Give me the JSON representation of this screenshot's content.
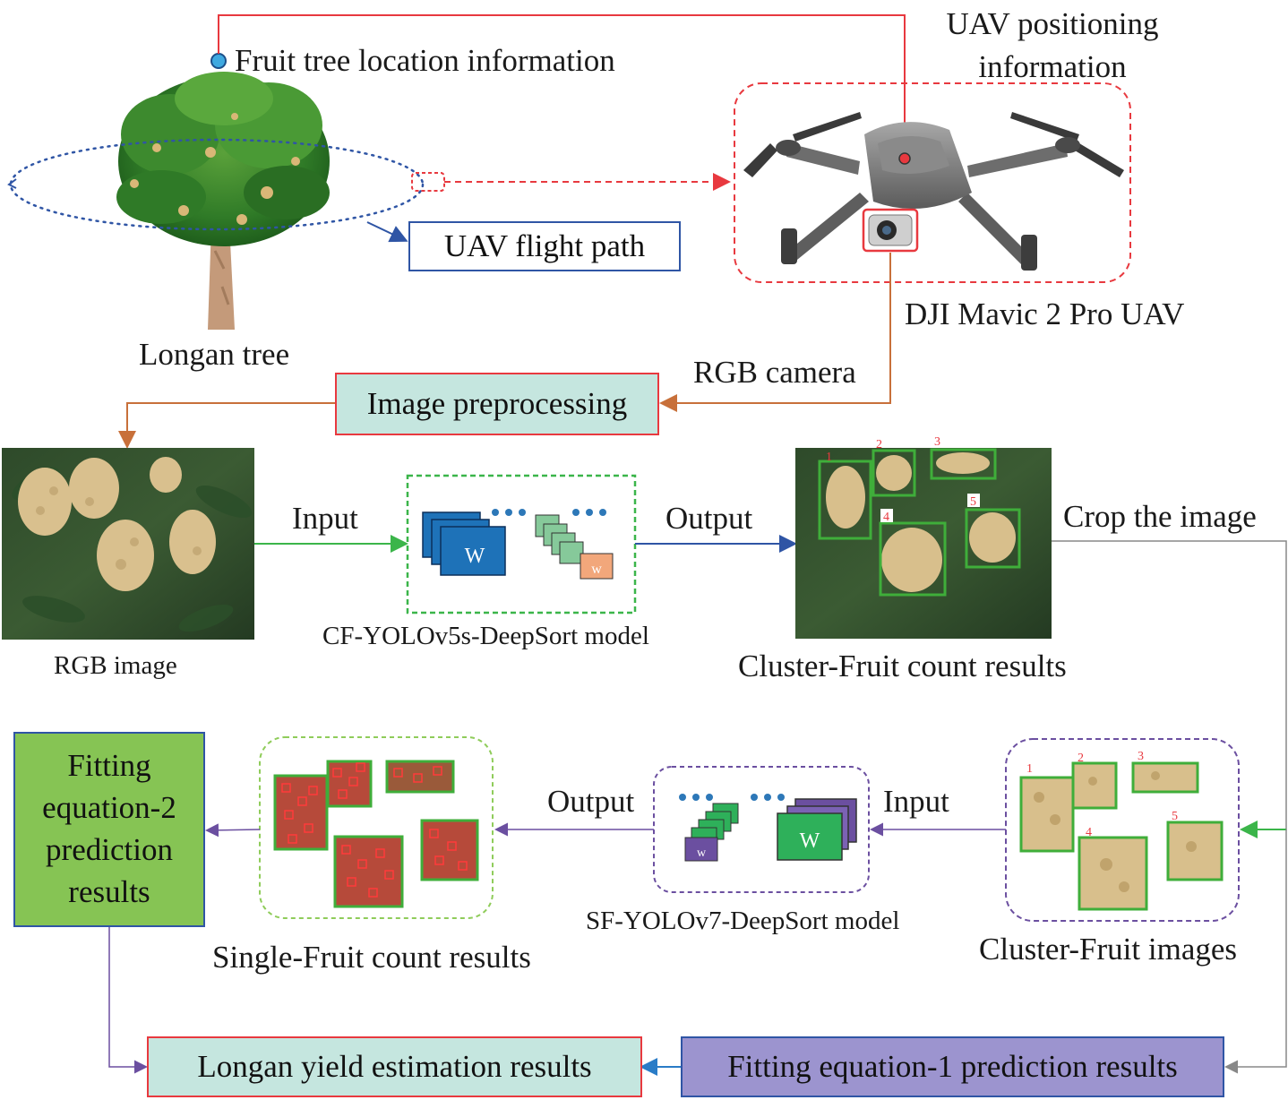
{
  "labels": {
    "fruit_tree_location": "Fruit tree location information",
    "uav_positioning": "UAV positioning information",
    "uav_flight_path": "UAV flight path",
    "longan_tree": "Longan tree",
    "dji_uav": "DJI Mavic 2 Pro UAV",
    "rgb_camera": "RGB camera",
    "image_preprocessing": "Image preprocessing",
    "rgb_image": "RGB image",
    "input_1": "Input",
    "output_1": "Output",
    "cf_model": "CF-YOLOv5s-DeepSort model",
    "cluster_count_results": "Cluster-Fruit count results",
    "crop_image": "Crop the image",
    "fitting_eq2": "Fitting equation-2 prediction results",
    "single_count_results": "Single-Fruit count results",
    "output_2": "Output",
    "input_2": "Input",
    "sf_model": "SF-YOLOv7-DeepSort model",
    "cluster_images": "Cluster-Fruit images",
    "yield_results": "Longan yield estimation results",
    "fitting_eq1": "Fitting equation-1 prediction results"
  },
  "model_glyphs": {
    "large": "W",
    "small": "w"
  },
  "box_numbers": [
    "1",
    "2",
    "3",
    "4",
    "5"
  ],
  "colors": {
    "red": "#e8393f",
    "blue": "#2f55a5",
    "green": "#3bb54a",
    "purple": "#6b4fa0",
    "orange": "#c8703a",
    "gray": "#888888",
    "teal_fill": "#c5e6df",
    "green_fill": "#86c454",
    "lavender_fill": "#9c94cf",
    "detect_green": "#3fae3a",
    "model_blue": "#1e72b8",
    "model_purple": "#6b4fa0",
    "model_green": "#2eb05a",
    "dot_blue": "#2d78b8"
  }
}
